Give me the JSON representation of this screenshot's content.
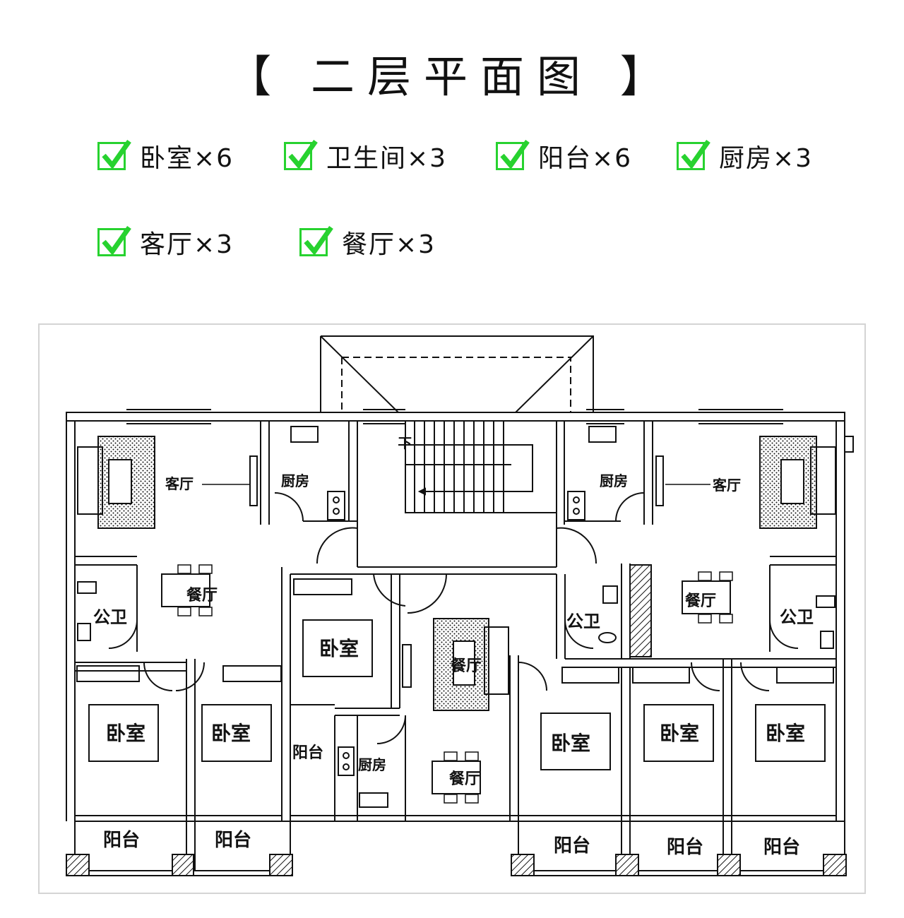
{
  "title": "【 二层平面图 】",
  "features": [
    {
      "label": "卧室×6"
    },
    {
      "label": "卫生间×3"
    },
    {
      "label": "阳台×6"
    },
    {
      "label": "厨房×3"
    },
    {
      "label": "客厅×3"
    },
    {
      "label": "餐厅×3"
    }
  ],
  "check_color": "#27d22f",
  "plan": {
    "stair_down": "下",
    "rooms": {
      "living_left": "客厅",
      "kitchen_left": "厨房",
      "kitchen_right": "厨房",
      "living_right": "客厅",
      "dining_left": "餐厅",
      "wc_left": "公卫",
      "bedroom_center": "卧室",
      "dining_center_top": "餐厅",
      "wc_center": "公卫",
      "dining_right": "餐厅",
      "wc_right": "公卫",
      "bedroom_1": "卧室",
      "bedroom_2": "卧室",
      "balcony_mid": "阳台",
      "kitchen_center": "厨房",
      "dining_center": "餐厅",
      "bedroom_3": "卧室",
      "bedroom_4": "卧室",
      "bedroom_5": "卧室",
      "balcony_1": "阳台",
      "balcony_2": "阳台",
      "balcony_3": "阳台",
      "balcony_4": "阳台",
      "balcony_5": "阳台"
    }
  }
}
